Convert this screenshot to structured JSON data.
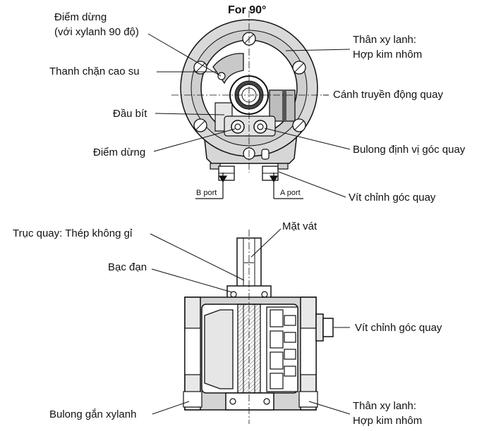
{
  "title": "For 90°",
  "top_view": {
    "labels": {
      "stop_point_90_line1": "Điểm dừng",
      "stop_point_90_line2": "(với xylanh 90 độ)",
      "rubber_stopper": "Thanh chặn cao su",
      "piston_end": "Đầu bít",
      "stop_point": "Điểm dừng",
      "cylinder_body_line1": "Thân xy lanh:",
      "cylinder_body_line2": "Hợp kim nhôm",
      "rotating_vane": "Cánh truyền động quay",
      "angle_locating_bolt": "Bulong định vị góc quay",
      "angle_adjust_screw": "Vít chỉnh góc quay"
    },
    "ports": {
      "b_port": "B port",
      "a_port": "A port"
    }
  },
  "side_view": {
    "labels": {
      "shaft": "Trục quay: Thép không gỉ",
      "flat_face": "Mặt vát",
      "bearing": "Bạc đạn",
      "angle_adjust_screw": "Vít chỉnh góc quay",
      "mounting_bolt": "Bulong gắn xylanh",
      "cylinder_body_line1": "Thân xy lanh:",
      "cylinder_body_line2": "Hợp kim nhôm"
    }
  }
}
